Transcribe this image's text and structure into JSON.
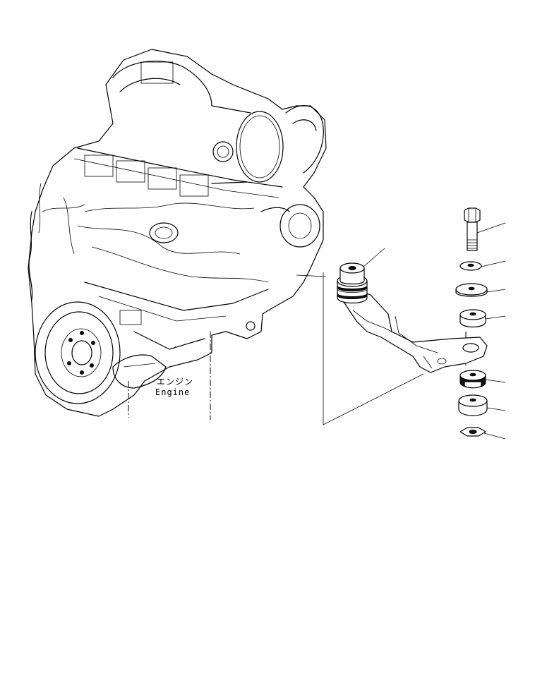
{
  "engine_label_jp": "エンジン",
  "engine_label_en": "Engine",
  "colors": {
    "line": "#000000",
    "background": "#ffffff"
  },
  "parts": [
    {
      "name": "bolt"
    },
    {
      "name": "washer"
    },
    {
      "name": "plate"
    },
    {
      "name": "upper-cushion"
    },
    {
      "name": "lower-cushion"
    },
    {
      "name": "spacer"
    },
    {
      "name": "nut"
    }
  ]
}
